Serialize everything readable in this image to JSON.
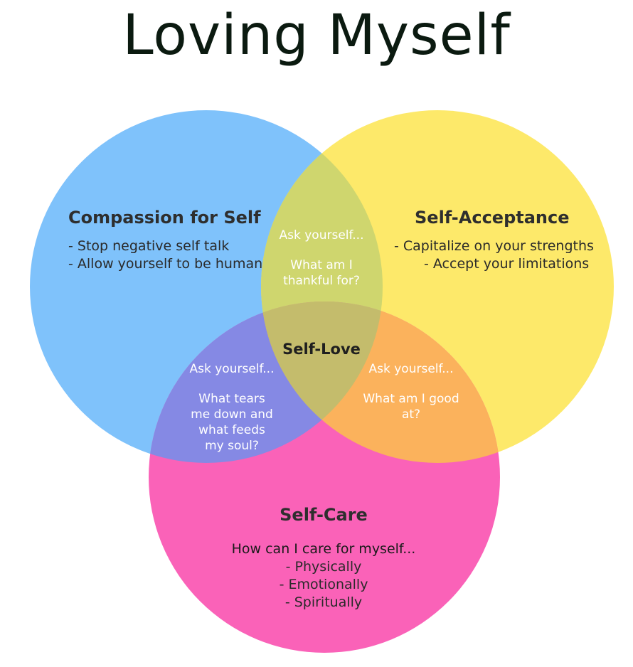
{
  "title": "Loving Myself",
  "colors": {
    "blue": "#7fc2fb",
    "yellow": "#fde96a",
    "pink": "#fa62b8",
    "blue_yellow": "#cfd66e",
    "blue_pink": "#8589e4",
    "yellow_pink": "#fbb25c",
    "center": "#c4bc6c"
  },
  "compassion": {
    "heading": "Compassion for Self",
    "lines": [
      "- Stop negative self talk",
      "- Allow yourself to be human"
    ]
  },
  "acceptance": {
    "heading": "Self-Acceptance",
    "lines": [
      "- Capitalize on your strengths",
      "- Accept your limitations"
    ]
  },
  "care": {
    "heading": "Self-Care",
    "prompt": "How can I care for myself...",
    "lines": [
      "- Physically",
      "- Emotionally",
      "- Spiritually"
    ]
  },
  "love": {
    "heading": "Self-Love"
  },
  "overlap_top": {
    "ask": "Ask yourself...",
    "lines": [
      "What am I",
      "thankful for?"
    ]
  },
  "overlap_left": {
    "ask": "Ask yourself...",
    "lines": [
      "What tears",
      "me down and",
      "what feeds",
      "my soul?"
    ]
  },
  "overlap_right": {
    "ask": "Ask yourself...",
    "lines": [
      "What am I good",
      "at?"
    ]
  }
}
